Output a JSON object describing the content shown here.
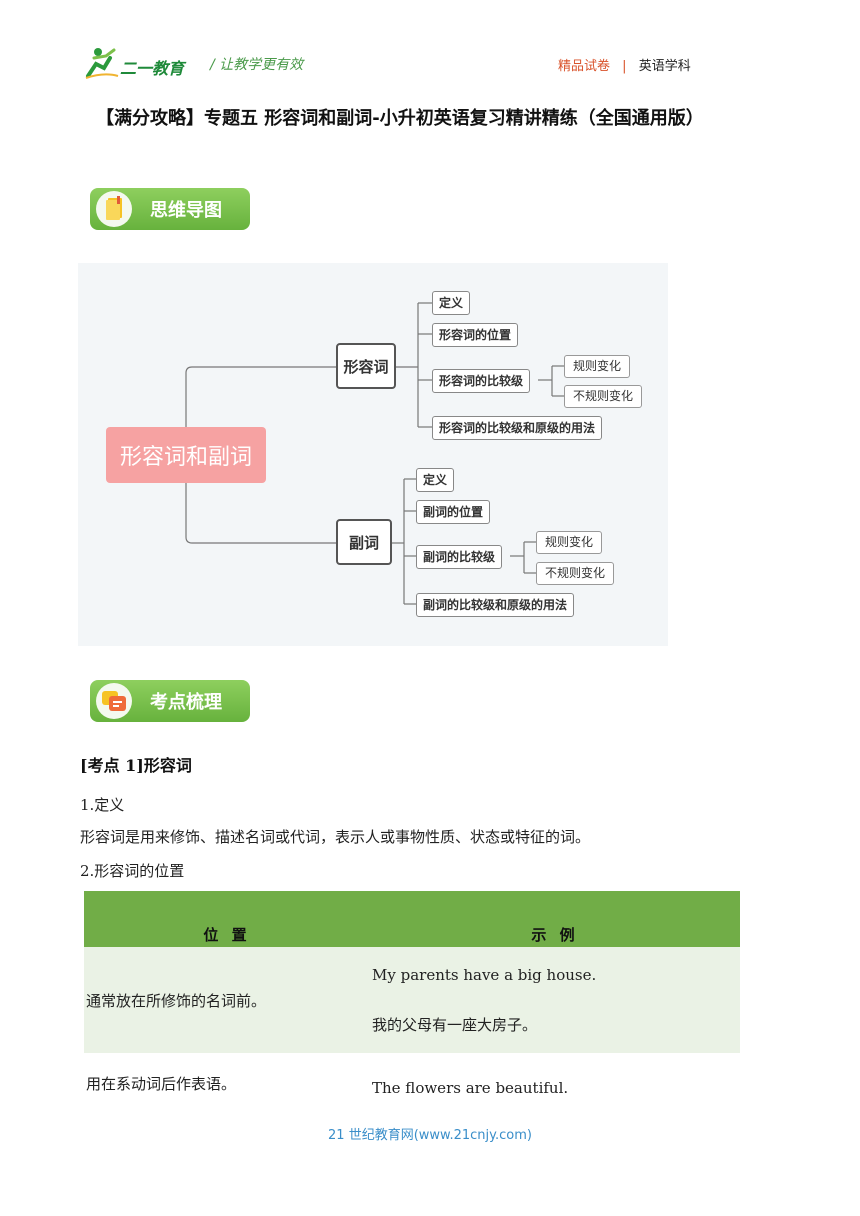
{
  "header": {
    "logo_text": "二一教育",
    "slogan": "/ 让教学更有效",
    "quality_label": "精品试卷",
    "separator": "|",
    "subject": "英语学科"
  },
  "title": "【满分攻略】专题五 形容词和副词-小升初英语复习精讲精练（全国通用版）",
  "banner_mindmap": {
    "label": "思维导图",
    "icon": "book-icon"
  },
  "mindmap": {
    "root": "形容词和副词",
    "branches": [
      {
        "label": "形容词",
        "children": [
          {
            "label": "定义",
            "sub": []
          },
          {
            "label": "形容词的位置",
            "sub": []
          },
          {
            "label": "形容词的比较级",
            "sub": [
              "规则变化",
              "不规则变化"
            ]
          },
          {
            "label": "形容词的比较级和原级的用法",
            "sub": []
          }
        ]
      },
      {
        "label": "副词",
        "children": [
          {
            "label": "定义",
            "sub": []
          },
          {
            "label": "副词的位置",
            "sub": []
          },
          {
            "label": "副词的比较级",
            "sub": [
              "规则变化",
              "不规则变化"
            ]
          },
          {
            "label": "副词的比较级和原级的用法",
            "sub": []
          }
        ]
      }
    ]
  },
  "banner_points": {
    "label": "考点梳理",
    "icon": "chat-icon"
  },
  "kaodian1": {
    "prefix": "[考点 1]",
    "name": "形容词"
  },
  "section1": {
    "heading": "1.定义",
    "body": "形容词是用来修饰、描述名词或代词，表示人或事物性质、状态或特征的词。"
  },
  "section2": {
    "heading": "2.形容词的位置"
  },
  "table": {
    "headers": [
      "位 置",
      "示 例"
    ],
    "rows": [
      {
        "position": "通常放在所修饰的名词前。",
        "example_en": "My parents have a big house.",
        "example_zh": "我的父母有一座大房子。"
      },
      {
        "position": "用在系动词后作表语。",
        "example_en": "The flowers are beautiful.",
        "example_zh": ""
      }
    ]
  },
  "footer": "21 世纪教育网(www.21cnjy.com)",
  "colors": {
    "accent_green": "#71ad47",
    "root_pink": "#f6a2a2",
    "footer_blue": "#3a8ec9",
    "header_orange": "#d9532b"
  }
}
